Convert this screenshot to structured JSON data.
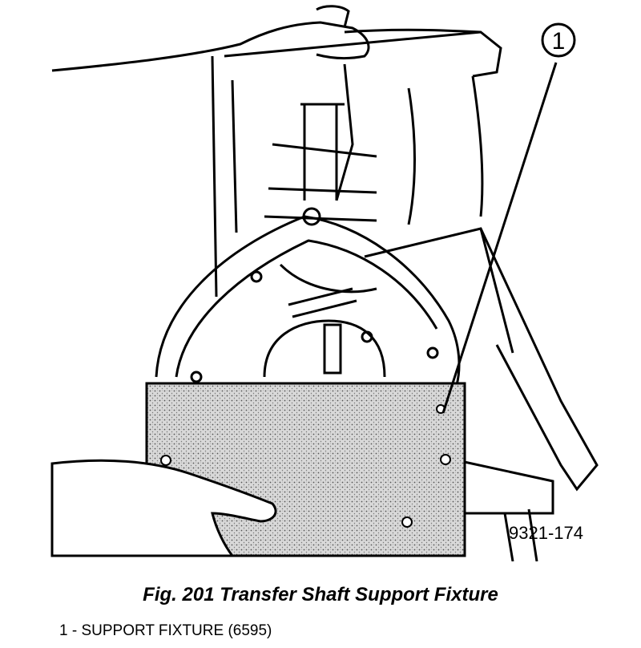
{
  "figure": {
    "callout_number": "1",
    "reference_code": "9321-174"
  },
  "caption": "Fig. 201 Transfer Shaft Support Fixture",
  "legend": [
    {
      "number": "1",
      "text": "1 - SUPPORT FIXTURE (6595)"
    }
  ]
}
